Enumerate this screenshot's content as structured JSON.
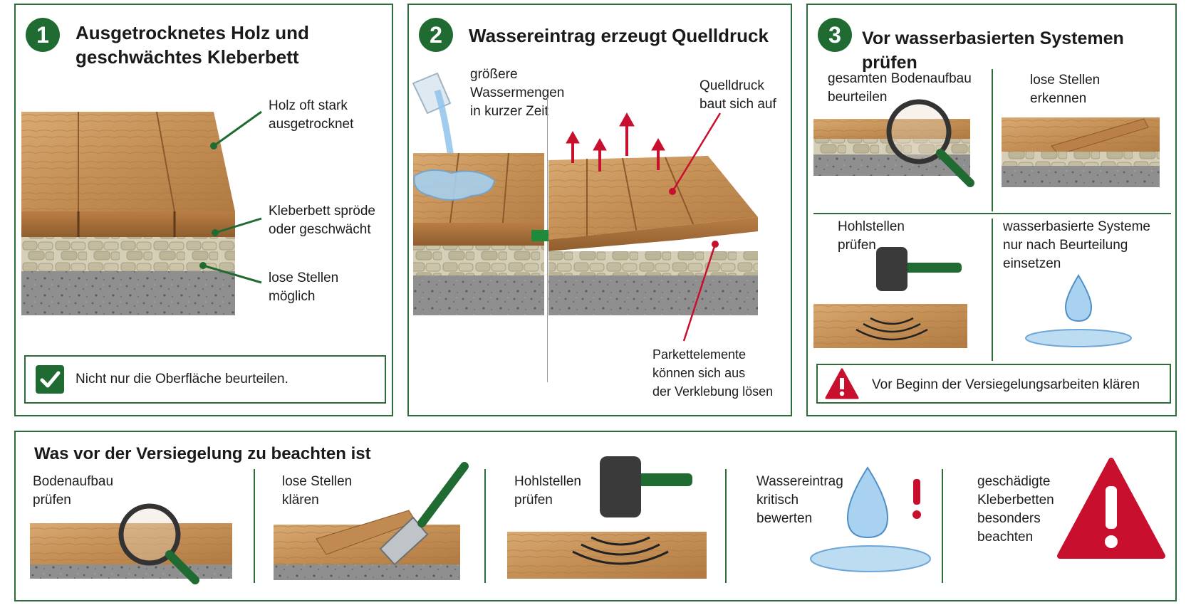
{
  "panel1": {
    "number": "1",
    "title_line1": "Ausgetrocknetes  Holz und",
    "title_line2": "geschwächtes Kleberbett",
    "label_wood": [
      "Holz oft stark",
      "ausgetrocknet"
    ],
    "label_adhesive": [
      "Kleberbett spröde",
      "oder geschwächt"
    ],
    "label_loose": [
      "lose Stellen",
      "möglich"
    ],
    "check_text": "Nicht nur die Oberfläche beurteilen."
  },
  "panel2": {
    "number": "2",
    "title": "Wassereintrag erzeugt Quelldruck",
    "label_water": [
      "größere",
      "Wassermengen",
      "in kurzer Zeit"
    ],
    "label_pressure": [
      "Quelldruck",
      "baut sich auf"
    ],
    "label_parquet": [
      "Parkettelemente",
      "können sich aus",
      "der Verklebung lösen"
    ]
  },
  "panel3": {
    "number": "3",
    "title": "Vor wasserbasierten Systemen prüfen",
    "cells": [
      {
        "text": [
          "gesamten Bodenaufbau",
          "beurteilen"
        ]
      },
      {
        "text": [
          "lose Stellen",
          "erkennen"
        ]
      },
      {
        "text": [
          "Hohlstellen",
          "prüfen"
        ]
      },
      {
        "text": [
          "wasserbasierte Systeme",
          "nur nach Beurteilung",
          "einsetzen"
        ]
      }
    ],
    "warning_text": "Vor Beginn der Versiegelungsarbeiten klären"
  },
  "bottom": {
    "title": "Was vor der Versiegelung zu beachten ist",
    "items": [
      {
        "text": [
          "Bodenaufbau",
          "prüfen"
        ]
      },
      {
        "text": [
          "lose Stellen",
          "klären"
        ]
      },
      {
        "text": [
          "Hohlstellen",
          "prüfen"
        ]
      },
      {
        "text": [
          "Wassereintrag",
          "kritisch",
          "bewerten"
        ]
      },
      {
        "text": [
          "geschädigte",
          "Kleberbetten",
          "besonders",
          "beachten"
        ]
      }
    ]
  },
  "colors": {
    "frame_green": "#2e6b3a",
    "badge_green": "#1f6b32",
    "arrow_red": "#c8102e",
    "wood": "#c9955c",
    "adhesive": "#c9c2a8",
    "concrete": "#8e8e8e",
    "water": "#9ec9ea"
  }
}
